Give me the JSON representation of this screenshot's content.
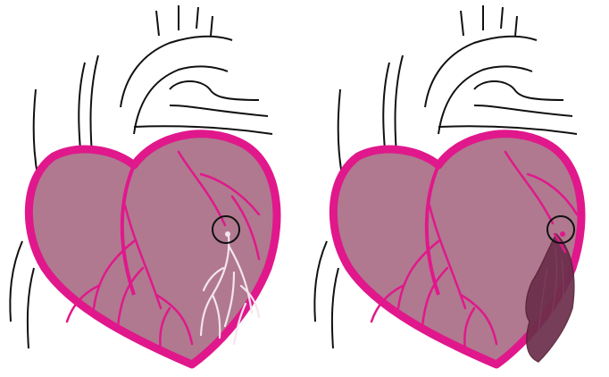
{
  "colors": {
    "background": "#ffffff",
    "outline": "#111111",
    "heart_wall": "#e0188c",
    "heart_fill": "#b0798f",
    "coronary_artery": "#e0188c",
    "ischemic_vessels": "#f4e4ee",
    "infarct_tissue": "#6b2e4a",
    "blockage_marker": "#111111"
  },
  "panels": [
    {
      "id": "left",
      "state": "arterial blockage with ischemic (blanched) vessels downstream"
    },
    {
      "id": "right",
      "state": "arterial blockage with infarcted (dead) muscle region downstream"
    }
  ]
}
